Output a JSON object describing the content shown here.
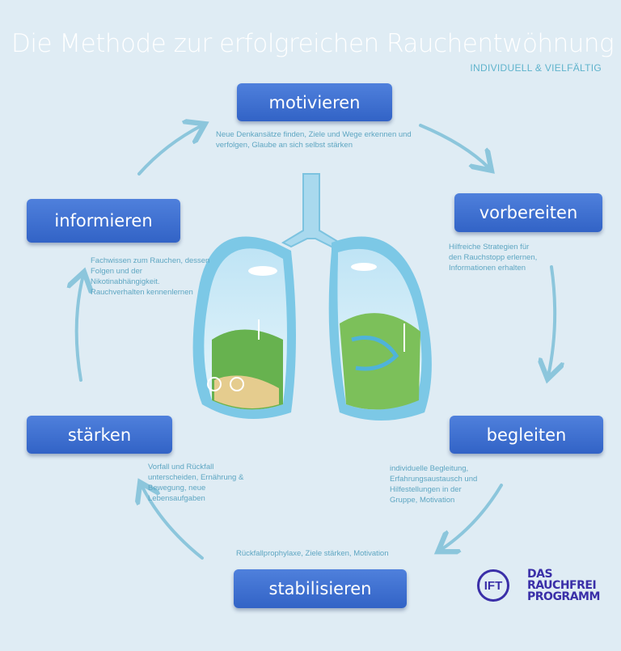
{
  "title": "Die Methode zur erfolgreichen Rauchentwöhnung",
  "subtitle": "INDIVIDUELL & VIELFÄLTIG",
  "steps": {
    "motivieren": {
      "label": "motivieren",
      "desc": "Neue Denkansätze finden, Ziele und Wege erkennen und verfolgen, Glaube an sich selbst stärken"
    },
    "vorbereiten": {
      "label": "vorbereiten",
      "desc": "Hilfreiche Strategien für den Rauchstopp erlernen, Informationen erhalten"
    },
    "begleiten": {
      "label": "begleiten",
      "desc": "individuelle Begleitung, Erfahrungsaustausch und Hilfestellungen in der Gruppe, Motivation"
    },
    "stabilisieren": {
      "label": "stabilisieren",
      "desc": "Rückfallprophylaxe, Ziele stärken, Motivation"
    },
    "staerken": {
      "label": "stärken",
      "desc": "Vorfall und Rückfall unterscheiden, Ernährung & Bewegung, neue Lebensaufgaben"
    },
    "informieren": {
      "label": "informieren",
      "desc": "Fachwissen zum Rauchen, dessen Folgen und der Nikotinabhängigkeit. Rauchverhalten kennenlernen"
    }
  },
  "logo": {
    "mark": "IFT",
    "line1": "DAS",
    "line2": "RAUCHFREI",
    "line3": "PROGRAMM"
  },
  "colors": {
    "background": "#dfecf4",
    "step": "#3f6fd2",
    "arrow": "#8cc6dc",
    "text": "#5ea6c2",
    "logo": "#3a2fa8"
  }
}
